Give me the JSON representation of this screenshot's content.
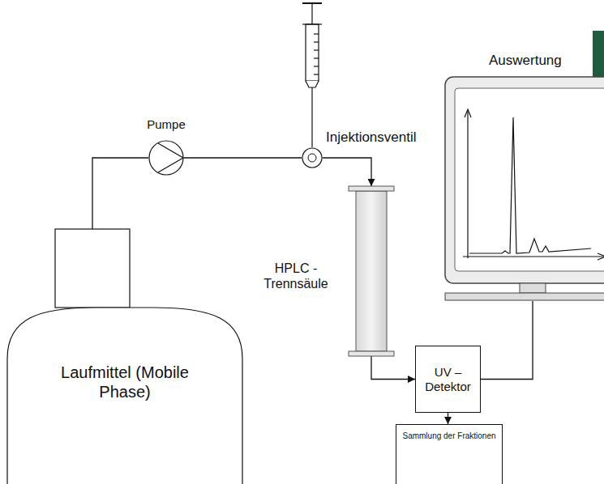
{
  "diagram": {
    "nodes": [
      {
        "text": [
          "Laufmittel (Mobile Phase)"
        ]
      },
      {
        "text": [
          "Pumpe"
        ]
      },
      {
        "text": [
          "Injektionsventil"
        ]
      },
      {
        "text": [
          "HPLC - Trennsäule"
        ]
      },
      {
        "text": [
          "UV – Detektor"
        ]
      },
      {
        "text": [
          "Sammlung der Fraktionen"
        ]
      },
      {
        "text": [
          "Auswertung"
        ]
      }
    ],
    "edges": [
      {
        "from": 0,
        "to": 1,
        "arrow": "none"
      },
      {
        "from": 1,
        "to": 2,
        "arrow": "none"
      },
      {
        "from": 2,
        "to": 3,
        "arrow": "to"
      },
      {
        "from": 3,
        "to": 4,
        "arrow": "to"
      },
      {
        "from": 4,
        "to": 6,
        "arrow": "none"
      },
      {
        "from": 4,
        "to": 5,
        "arrow": "to"
      }
    ]
  }
}
